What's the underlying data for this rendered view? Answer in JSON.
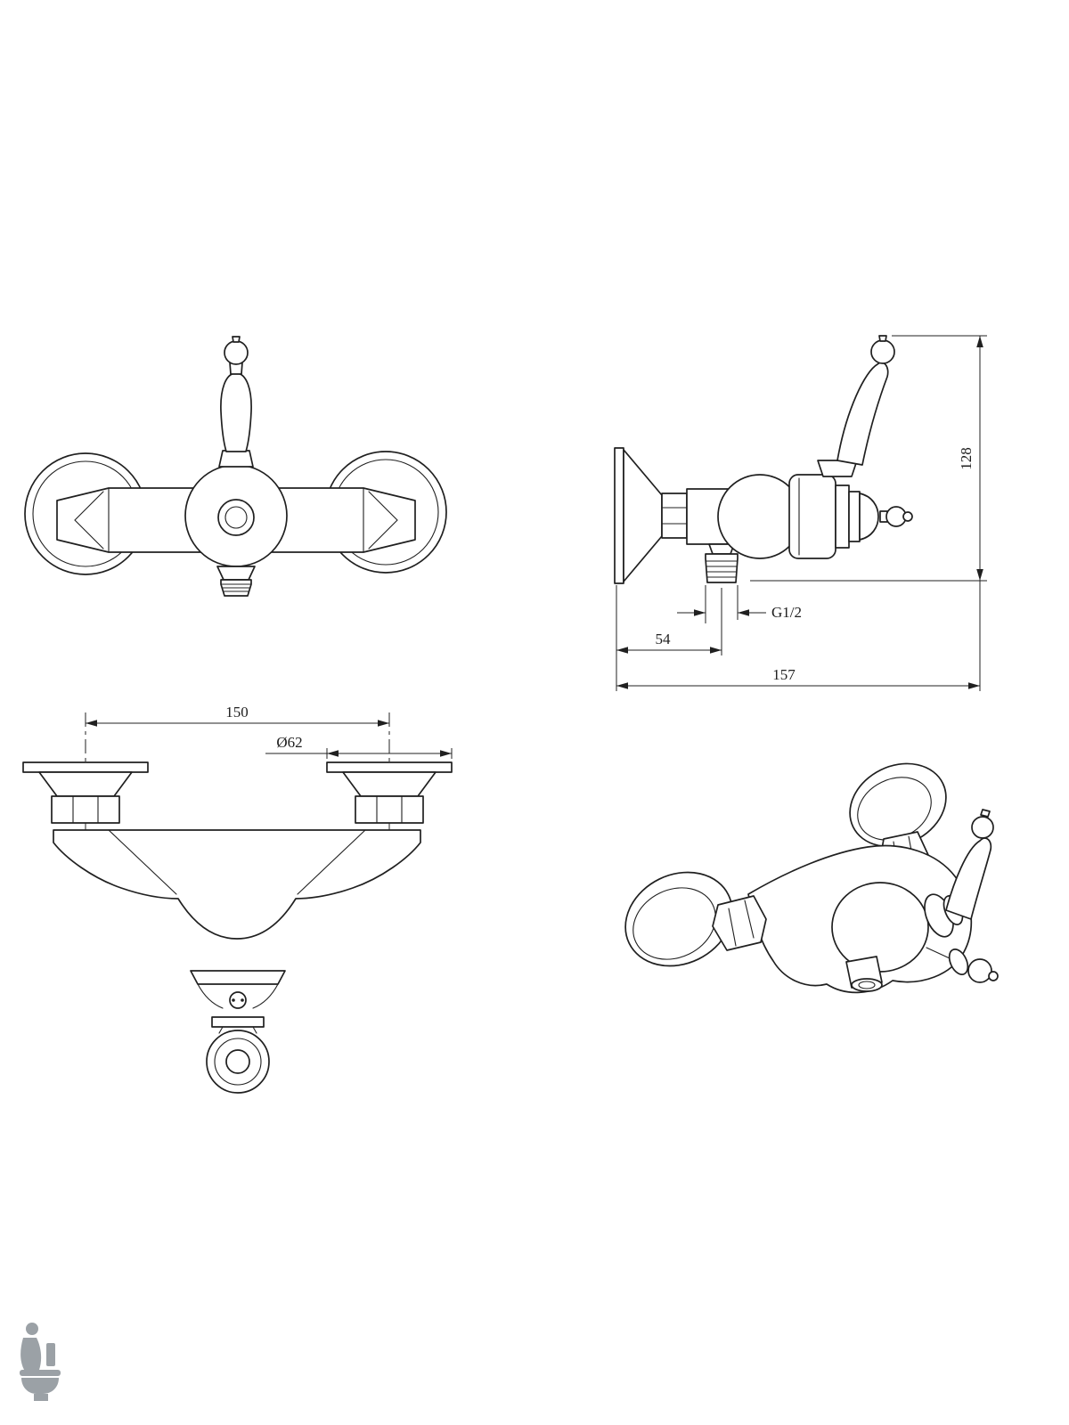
{
  "page": {
    "background": "#ffffff",
    "line_color": "#202020",
    "description": "Technical dimension drawing of a wall-mounted single-lever shower mixer tap, four views"
  },
  "views": {
    "front": "front-view",
    "side": "side-view",
    "plan": "plan-view",
    "perspective": "perspective-view"
  },
  "dimensions": {
    "handle_height": "128",
    "thread_size": "G1/2",
    "outlet_offset": "54",
    "total_depth": "157",
    "center_distance": "150",
    "flange_diameter": "Ø62"
  },
  "watermark": {
    "icon": "plumber-toilet-logo",
    "color": "#9ba1a6"
  }
}
